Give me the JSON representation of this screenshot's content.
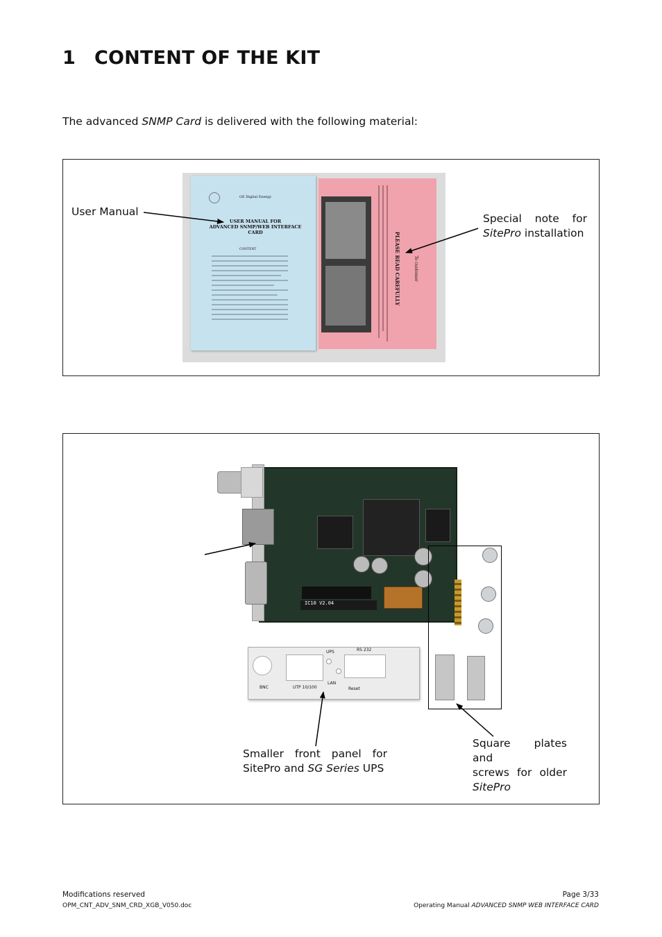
{
  "heading": {
    "number": "1",
    "title": "CONTENT OF THE KIT"
  },
  "intro": {
    "before": "The advanced ",
    "italic": "SNMP Card",
    "after": " is delivered with the following material:"
  },
  "figure1": {
    "label_user_manual": "User Manual",
    "label_special_line1": "Special note for",
    "label_special_italic": "SitePro",
    "label_special_rest": " installation",
    "manual_brand": "GE Digital Energy",
    "manual_title_1": "USER MANUAL FOR",
    "manual_title_2": "ADVANCED SNMP/WEB INTERFACE",
    "manual_title_3": "CARD",
    "manual_contents": "CONTENT",
    "note_vertical_1": "PLEASE READ CAREFULLY",
    "note_vertical_2": "To customer"
  },
  "figure2": {
    "label_panel_line1": "Smaller front panel for",
    "label_panel_line2_a": "SitePro and ",
    "label_panel_line2_italic": "SG Series",
    "label_panel_line2_b": " UPS",
    "label_plates_line1": "Square plates and",
    "label_plates_line2": "screws for older",
    "label_plates_italic": "SitePro",
    "chip_label": "IC10 V2.04",
    "panel_ups": "UPS",
    "panel_rs232": "RS 232",
    "panel_bnc": "BNC",
    "panel_utp": "UTP 10/100",
    "panel_lan": "LAN",
    "panel_reset": "Reset"
  },
  "footer": {
    "left_1": "Modifications reserved",
    "left_2": "OPM_CNT_ADV_SNM_CRD_XGB_V050.doc",
    "right_1": "Page 3/33",
    "right_2_a": "Operating Manual ",
    "right_2_italic": "ADVANCED SNMP WEB INTERFACE CARD"
  }
}
